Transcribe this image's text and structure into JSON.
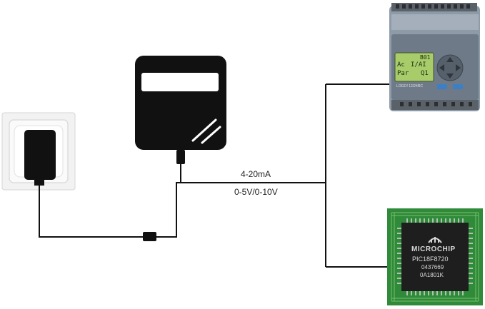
{
  "signal": {
    "current": "4-20mA",
    "voltage": "0-5V/0-10V"
  },
  "plc": {
    "screen_line1_left": "Ac",
    "screen_line1_mid": "I/AI",
    "screen_line1_right": "B01",
    "screen_line2_left": "Par",
    "screen_line2_right": "Q1",
    "logo": "LOGO! 12/24RC"
  },
  "chip": {
    "brand": "MICROCHIP",
    "part": "PIC18F8720",
    "line3": "0437669",
    "line4": "0A1801K"
  },
  "colors": {
    "wire": "#111111",
    "device": "#111111",
    "plc_body": "#8d9aa8",
    "plc_screen": "#a8cc6a",
    "pcb": "#2f8a3a",
    "chip": "#1e1e1e"
  }
}
